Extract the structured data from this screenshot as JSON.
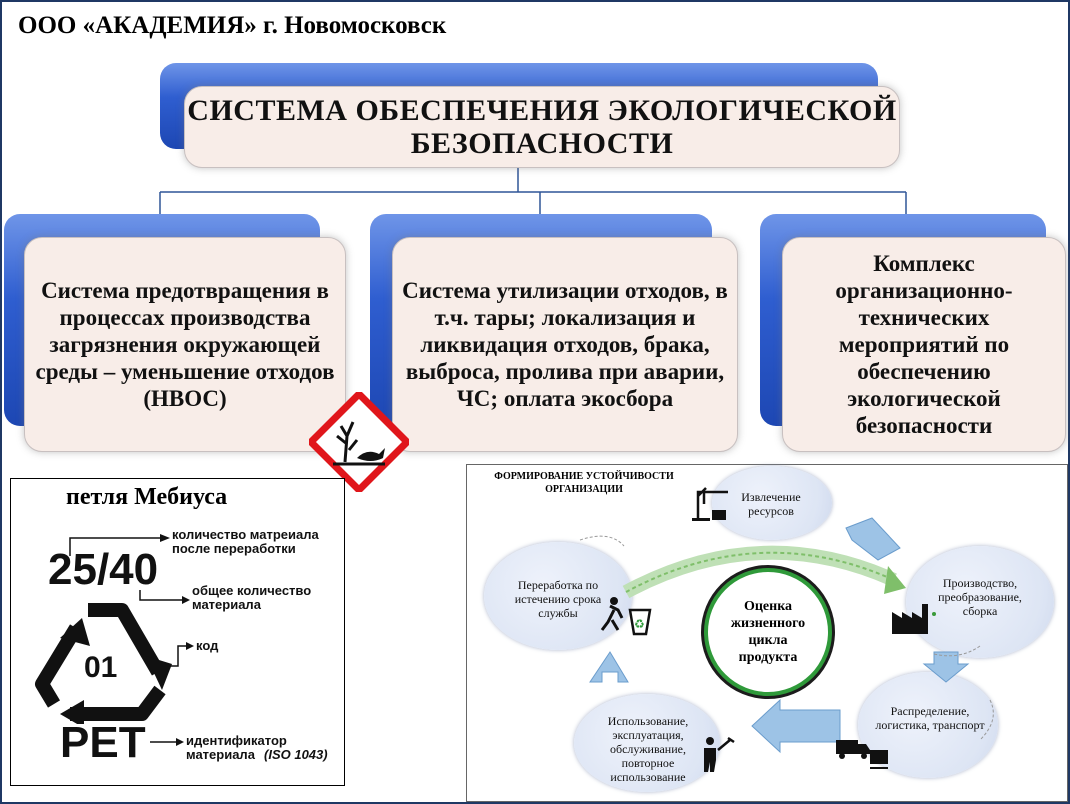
{
  "header": {
    "company": "ООО «АКАДЕМИЯ» г. Новомосковск"
  },
  "main_title": {
    "line1": "СИСТЕМА ОБЕСПЕЧЕНИЯ ЭКОЛОГИЧЕСКОЙ",
    "line2": "БЕЗОПАСНОСТИ"
  },
  "columns": [
    {
      "text": "Система предотвращения в процессах производства загрязнения окружающей среды – уменьшение отходов (НВОС)"
    },
    {
      "text": "Система  утилизации отходов, в т.ч. тары; локализация и ликвидация отходов, брака, выброса, пролива при аварии, ЧС; оплата экосбора"
    },
    {
      "text": "Комплекс организационно-технических мероприятий по обеспечению экологической безопасности"
    }
  ],
  "mobius": {
    "title": "петля Мебиуса",
    "recycled_label": "количество матреиала после переработки",
    "ratio": "25/40",
    "total_label": "общее количество материала",
    "code": "01",
    "code_label": "код",
    "material": "PET",
    "identifier_label": "идентификатор материала",
    "iso": "(ISO 1043)"
  },
  "lifecycle": {
    "title": "ФОРМИРОВАНИЕ УСТОЙЧИВОСТИ ОРГАНИЗАЦИИ",
    "center": "Оценка жизненного цикла продукта",
    "stages": {
      "extraction": "Извлечение ресурсов",
      "production": "Производство, преобразование, сборка",
      "distribution": "Распределение, логистика, транспорт",
      "usage": "Использование, эксплуатация, обслуживание, повторное использование",
      "recycling": "Переработка по истечению срока службы"
    }
  },
  "colors": {
    "box_blue": "#2f5ed0",
    "box_face": "#f8ede8",
    "hazard_red": "#e0161b",
    "arrow_blue": "#9dc3e6",
    "center_green": "#2f9a3a"
  }
}
